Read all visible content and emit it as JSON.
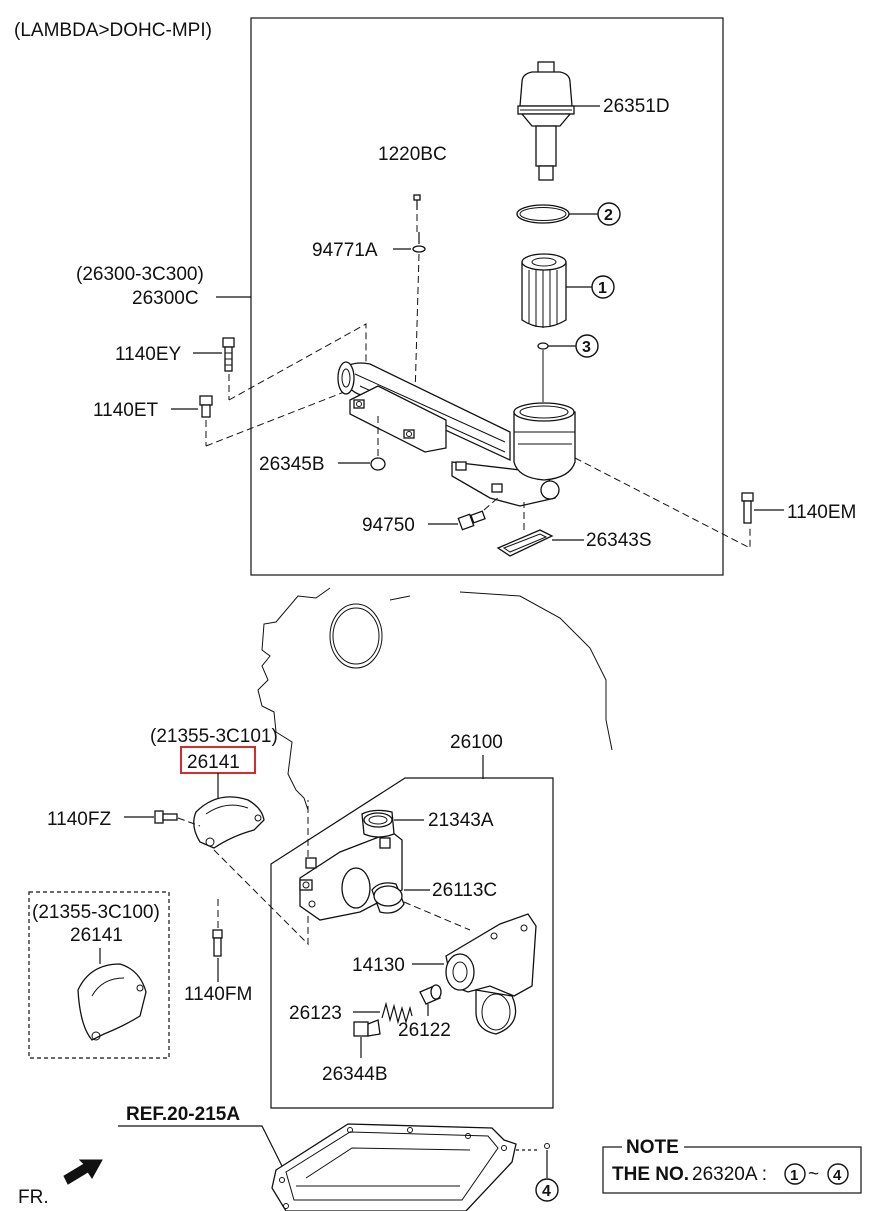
{
  "header": {
    "variant": "(LAMBDA>DOHC-MPI)"
  },
  "upper_assembly": {
    "ref_paren": "(26300-3C300)",
    "ref_main": "26300C"
  },
  "labels": {
    "p26351D": "26351D",
    "p1220BC": "1220BC",
    "p94771A": "94771A",
    "p1140EY": "1140EY",
    "p1140ET": "1140ET",
    "p26345B": "26345B",
    "p94750": "94750",
    "p26343S": "26343S",
    "p1140EM": "1140EM",
    "p21355_3C101": "(21355-3C101)",
    "p26141_highlighted": "26141",
    "p1140FZ": "1140FZ",
    "p26100": "26100",
    "p21343A": "21343A",
    "p26113C": "26113C",
    "p21355_3C100": "(21355-3C100)",
    "p26141_alt": "26141",
    "p14130": "14130",
    "p1140FM": "1140FM",
    "p26123": "26123",
    "p26122": "26122",
    "p26344B": "26344B",
    "ref_20_215A": "REF.20-215A",
    "fr": "FR."
  },
  "callouts": {
    "c1": "1",
    "c2": "2",
    "c3": "3",
    "c4_oilpan": "4",
    "c1_note": "1",
    "c4_note": "4"
  },
  "note": {
    "title": "NOTE",
    "text_prefix": "THE NO.",
    "part_number": "26320A :",
    "tilde": "~"
  },
  "colors": {
    "highlight": "#d62b2b",
    "line": "#111111",
    "background": "#ffffff"
  }
}
